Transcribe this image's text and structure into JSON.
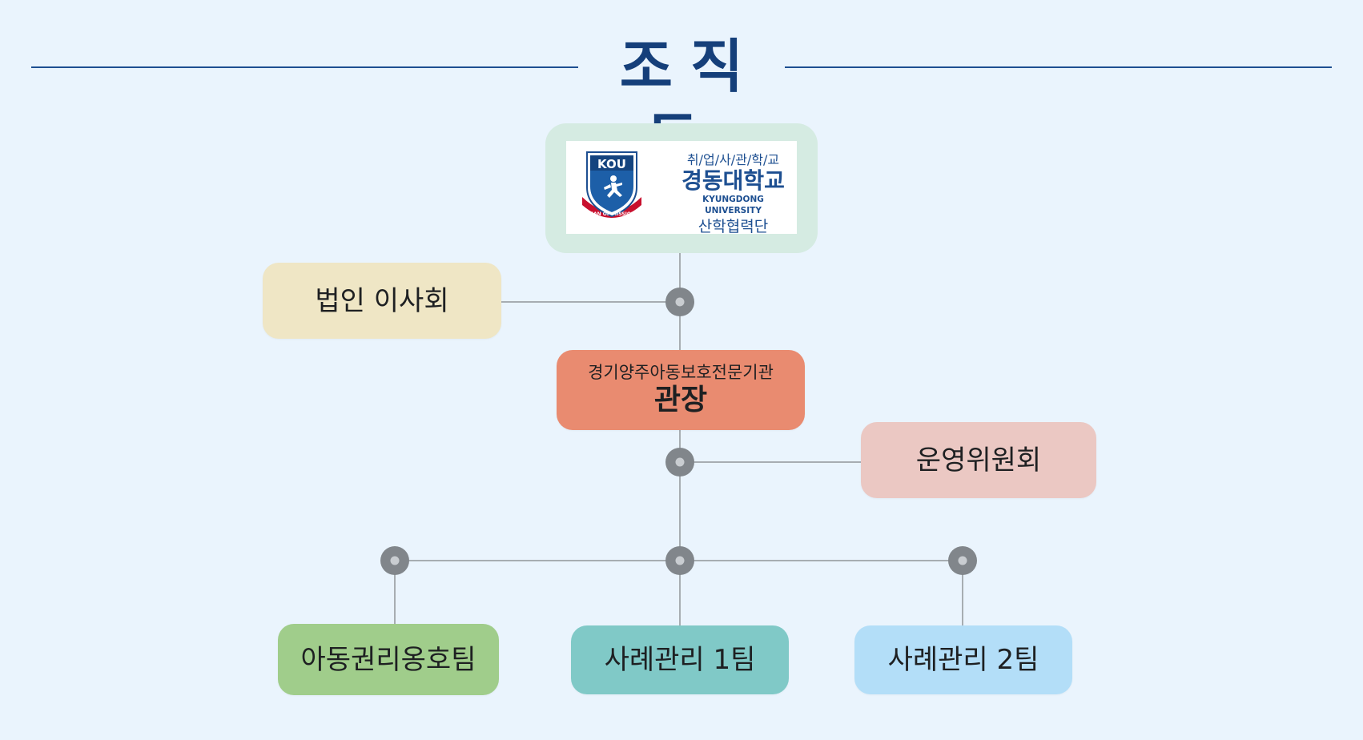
{
  "title": "조직도",
  "logo": {
    "emblem_text": "KOU",
    "ribbon_text": "MAN OF MISSION",
    "tagline": "취/업/사/관/학/교",
    "university_name": "경동대학교",
    "university_english": "KYUNGDONG UNIVERSITY",
    "unit_name": "산학협력단"
  },
  "nodes": {
    "board": "법인 이사회",
    "director_org": "경기양주아동보호전문기관",
    "director_title": "관장",
    "committee": "운영위원회",
    "team_rights": "아동권리옹호팀",
    "team_case1": "사례관리 1팀",
    "team_case2": "사례관리 2팀"
  },
  "colors": {
    "background": "#eaf4fd",
    "title": "#153f7a",
    "logo_card": "#d5ebe2",
    "board": "#efe6c5",
    "director": "#e98b70",
    "committee": "#ebc8c3",
    "team_rights": "#a0cd8b",
    "team_case1": "#80c9c7",
    "team_case2": "#b3def8",
    "connector": "#a7adb2",
    "junction": "#81868b"
  }
}
